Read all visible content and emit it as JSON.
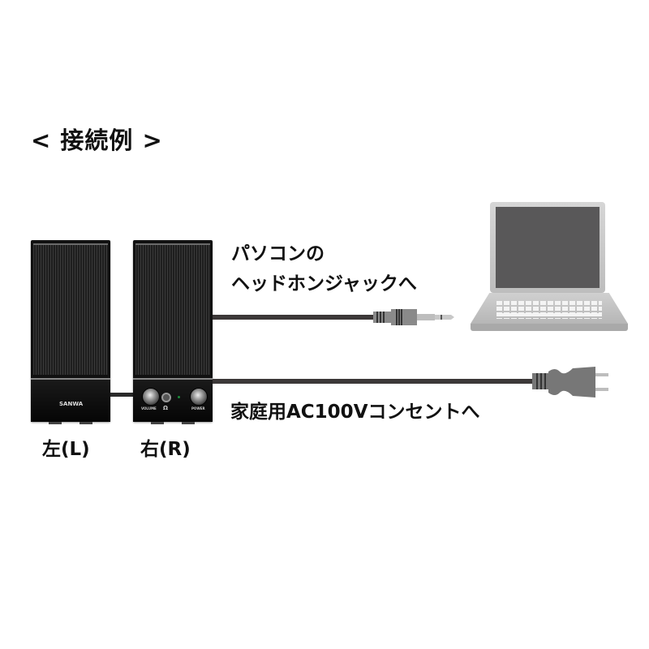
{
  "title": "< 接続例 >",
  "speakers": {
    "left": {
      "label": "左(L)",
      "brand": "SANWA"
    },
    "right": {
      "label": "右(R)",
      "volume_label": "VOLUME",
      "power_label": "POWER",
      "headphone_glyph": "Ω"
    }
  },
  "connections": {
    "audio": {
      "line1": "パソコンの",
      "line2": "ヘッドホンジャックへ",
      "connector": "3.5mm-stereo-plug-icon"
    },
    "power": {
      "label": "家庭用AC100Vコンセントへ",
      "connector": "ac-power-plug-icon"
    }
  },
  "devices": {
    "computer": "laptop-icon"
  },
  "colors": {
    "cable": "#3c3838",
    "plug": "#7a7a7a",
    "screen": "#595859",
    "laptop_body": "#c8c8c8"
  }
}
